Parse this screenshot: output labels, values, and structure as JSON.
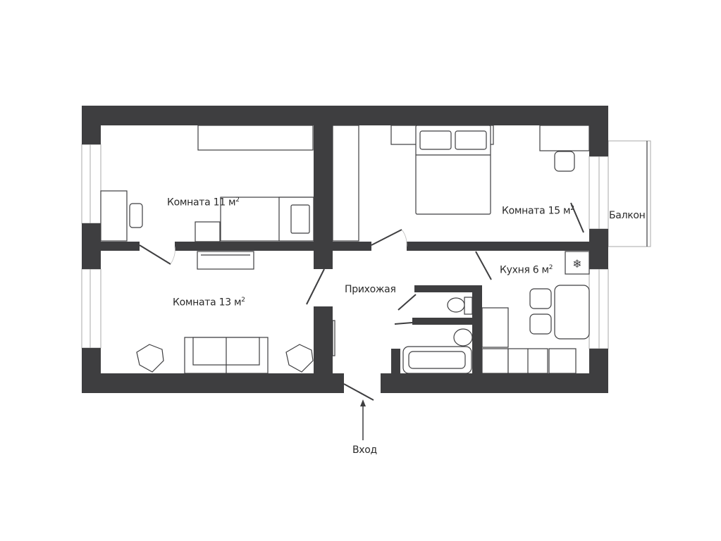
{
  "plan": {
    "rooms": [
      {
        "name": "Комната",
        "area": "11",
        "unit": "м",
        "exp": "2"
      },
      {
        "name": "Комната",
        "area": "15",
        "unit": "м",
        "exp": "2"
      },
      {
        "name": "Комната",
        "area": "13",
        "unit": "м",
        "exp": "2"
      },
      {
        "name": "Кухня",
        "area": "6",
        "unit": "м",
        "exp": "2"
      }
    ],
    "hall": "Прихожая",
    "balcony": "Балкон",
    "entrance": "Вход"
  },
  "colors": {
    "wall": "#3e3e40",
    "background": "#ffffff"
  }
}
